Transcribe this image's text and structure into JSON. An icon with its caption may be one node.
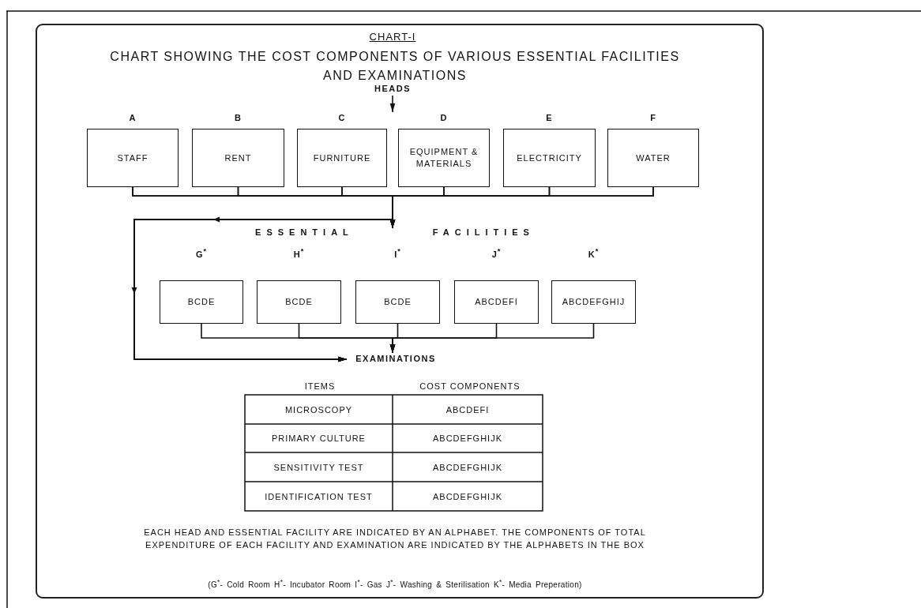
{
  "diagram": {
    "title": "CHART SHOWING THE COST COMPONENTS OF VARIOUS ESSENTIAL FACILITIES AND EXAMINATIONS",
    "nodes": [
      {
        "text": [
          "HEADS"
        ]
      },
      {
        "text": [
          "A",
          "STAFF"
        ]
      },
      {
        "text": [
          "B",
          "RENT"
        ]
      },
      {
        "text": [
          "C",
          "FURNITURE"
        ]
      },
      {
        "text": [
          "D",
          "EQUIPMENT & MATERIALS"
        ]
      },
      {
        "text": [
          "E",
          "ELECTRICITY"
        ]
      },
      {
        "text": [
          "F",
          "WATER"
        ]
      },
      {
        "text": [
          "ESSENTIAL FACILITIES"
        ]
      },
      {
        "text": [
          "G$^{*}$",
          "BCDE"
        ]
      },
      {
        "text": [
          "H$^{*}$",
          "BCDE"
        ]
      },
      {
        "text": [
          "I$^{*}$",
          "BCDE"
        ]
      },
      {
        "text": [
          "J$^{*}$",
          "ABCDEFI"
        ]
      },
      {
        "text": [
          "K$^{*}$",
          "ABCDEFGHIJ"
        ]
      },
      {
        "text": [
          "EXAMINATIONS"
        ]
      }
    ],
    "edges": [
      {
        "from": 0,
        "to": null,
        "arrow": "to"
      },
      {
        "from": 1,
        "to": 7,
        "arrow": "to"
      },
      {
        "from": 2,
        "to": 7,
        "arrow": "to"
      },
      {
        "from": 3,
        "to": 7,
        "arrow": "to"
      },
      {
        "from": 4,
        "to": 7,
        "arrow": "to"
      },
      {
        "from": 5,
        "to": 7,
        "arrow": "to"
      },
      {
        "from": 6,
        "to": 7,
        "arrow": "to"
      },
      {
        "from": 1,
        "to": 13,
        "arrow": "to"
      },
      {
        "from": 2,
        "to": 13,
        "arrow": "to"
      },
      {
        "from": 3,
        "to": 13,
        "arrow": "to"
      },
      {
        "from": 4,
        "to": 13,
        "arrow": "to"
      },
      {
        "from": 5,
        "to": 13,
        "arrow": "to"
      },
      {
        "from": 6,
        "to": 13,
        "arrow": "to"
      },
      {
        "from": 8,
        "to": 13,
        "arrow": "to"
      },
      {
        "from": 9,
        "to": 13,
        "arrow": "to"
      },
      {
        "from": 10,
        "to": 13,
        "arrow": "to"
      },
      {
        "from": 11,
        "to": 13,
        "arrow": "to"
      },
      {
        "from": 12,
        "to": 13,
        "arrow": "to"
      }
    ],
    "labels": [
      "CHART-I",
      "ITEMS",
      "COST COMPONENTS",
      "MICROSCOPY",
      "ABCDEFI",
      "PRIMARY CULTURE",
      "ABCDEFGHIJK",
      "SENSITIVITY TEST",
      "ABCDEFGHIJK",
      "IDENTIFICATION TEST",
      "ABCDEFGHIJK",
      "EACH HEAD AND ESSENTIAL FACILITY ARE INDICATED BY AN ALPHABET. THE COMPONENTS OF TOTAL EXPENDITURE OF EACH FACILITY AND EXAMINATION ARE INDICATED BY THE ALPHABETS IN THE BOX",
      "(G$^{*}$- Cold Room H$^{*}$- Incubator Room I$^{*}$- Gas J$^{*}$- Washing & Sterilisation K$^{*}$- Media Preperation)"
    ]
  }
}
